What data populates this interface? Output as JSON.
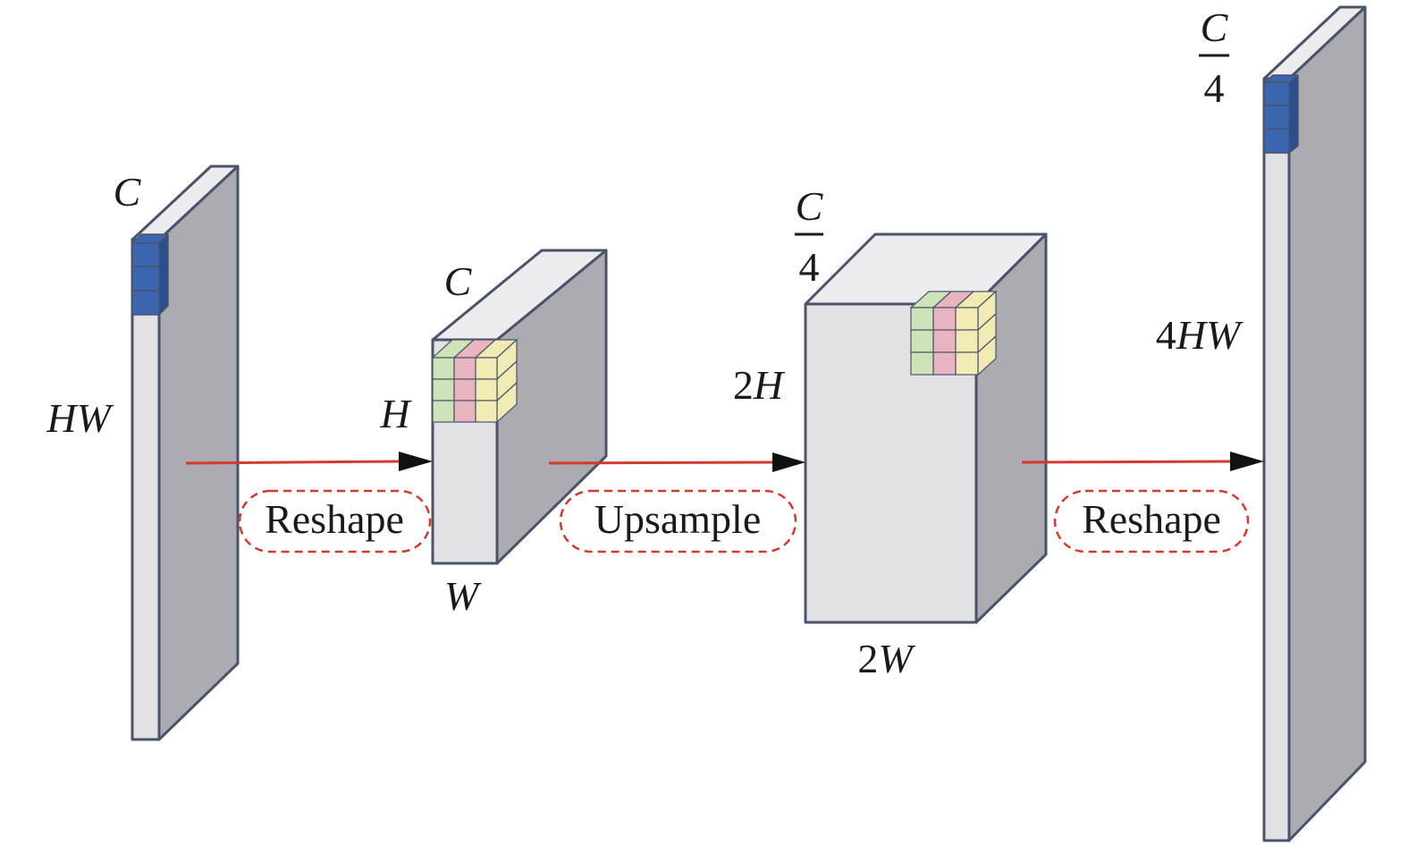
{
  "colors": {
    "front": "#e2e1e5",
    "top": "#ececef",
    "side": "#ababb1",
    "edge": "#4a5468",
    "token_blue": "#3a66b0",
    "cell_green": "#cfe3b8",
    "cell_pink": "#e8b4bf",
    "cell_yellow": "#f1eab2",
    "arrow": "#d23a30",
    "op_border": "#d23a30"
  },
  "tensor_in": {
    "channel_label": "C",
    "length_label": "HW"
  },
  "tensor_grid": {
    "channel_label": "C",
    "height_label": "H",
    "width_label": "W"
  },
  "tensor_up": {
    "channel_label": {
      "numerator": "C",
      "denominator": "4"
    },
    "height_label": {
      "factor": "2",
      "symbol": "H"
    },
    "width_label": {
      "factor": "2",
      "symbol": "W"
    }
  },
  "tensor_out": {
    "channel_label": {
      "numerator": "C",
      "denominator": "4"
    },
    "length_label": {
      "factor": "4",
      "symbol": "HW"
    }
  },
  "operations": [
    {
      "label": "Reshape"
    },
    {
      "label": "Upsample"
    },
    {
      "label": "Reshape"
    }
  ]
}
